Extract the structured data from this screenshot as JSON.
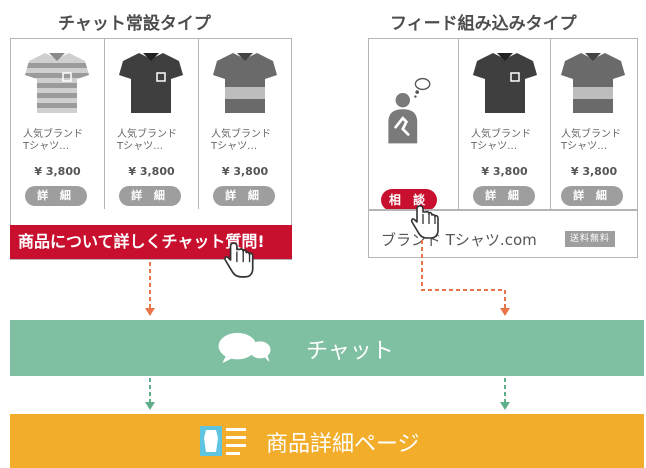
{
  "left_section": {
    "title": "チャット常設タイプ",
    "products": [
      {
        "icon": "striped-polo-shirt-icon",
        "name_line1": "人気ブランド",
        "name_line2": "Tシャツ…",
        "price": "¥ 3,800",
        "button": "詳 細"
      },
      {
        "icon": "dark-polo-shirt-icon",
        "name_line1": "人気ブランド",
        "name_line2": "Tシャツ…",
        "price": "¥ 3,800",
        "button": "詳 細"
      },
      {
        "icon": "two-tone-polo-shirt-icon",
        "name_line1": "人気ブランド",
        "name_line2": "Tシャツ…",
        "price": "¥ 3,800",
        "button": "詳 細"
      }
    ],
    "chat_banner": "商品について詳しくチャット質問!"
  },
  "right_section": {
    "title": "フィード組み込みタイプ",
    "consult_button": "相 談",
    "products": [
      {
        "icon": "dark-polo-shirt-icon",
        "name_line1": "人気ブランド",
        "name_line2": "Tシャツ…",
        "price": "¥ 3,800",
        "button": "詳 細"
      },
      {
        "icon": "two-tone-polo-shirt-icon",
        "name_line1": "人気ブランド",
        "name_line2": "Tシャツ…",
        "price": "¥ 3,800",
        "button": "詳 細"
      }
    ],
    "footer_brand": "ブランド Tシャツ.com",
    "shipping_badge": "送料無料"
  },
  "chat_band": {
    "label": "チャット",
    "color": "#7fbfa2",
    "icon": "chat-bubbles-icon"
  },
  "product_page_band": {
    "label": "商品詳細ページ",
    "color": "#f2ad2b",
    "icon": "product-page-icon"
  },
  "colors": {
    "accent_red": "#c8102e",
    "arrow_orange": "#e8744a",
    "arrow_green": "#5fae8a",
    "button_gray": "#9e9e9e"
  }
}
